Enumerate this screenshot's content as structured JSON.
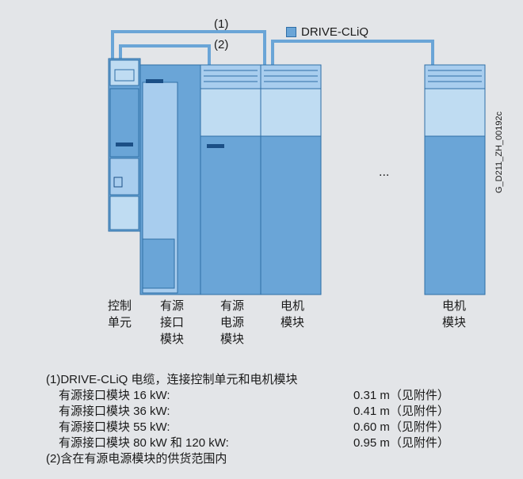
{
  "callouts": {
    "c1": "(1)",
    "c2": "(2)"
  },
  "legend": {
    "label": "DRIVE-CLiQ",
    "color": "#6aa5d7"
  },
  "module_labels": [
    "控制\n单元",
    "有源\n接口\n模块",
    "有源\n电源\n模块",
    "电机\n模块",
    "电机\n模块"
  ],
  "ellipsis": "...",
  "drawing_code": "G_D211_ZH_00192c",
  "notes": {
    "note1_title": "(1)DRIVE-CLiQ 电缆，连接控制单元和电机模块",
    "rows": [
      {
        "label": "有源接口模块 16 kW:",
        "value": "0.31 m（见附件）"
      },
      {
        "label": "有源接口模块 36 kW:",
        "value": "0.41 m（见附件）"
      },
      {
        "label": "有源接口模块 55 kW:",
        "value": "0.60 m（见附件）"
      },
      {
        "label": "有源接口模块 80 kW 和 120 kW:",
        "value": "0.95 m（见附件）"
      }
    ],
    "note2": "(2)含在有源电源模块的供货范围内"
  },
  "colors": {
    "background": "#e3e5e8",
    "module_fill": "#6aa5d7",
    "module_light": "#a8cdee",
    "module_upper": "#bfdcf2",
    "module_dark": "#2f6ea6",
    "marker": "#1b4f86"
  }
}
